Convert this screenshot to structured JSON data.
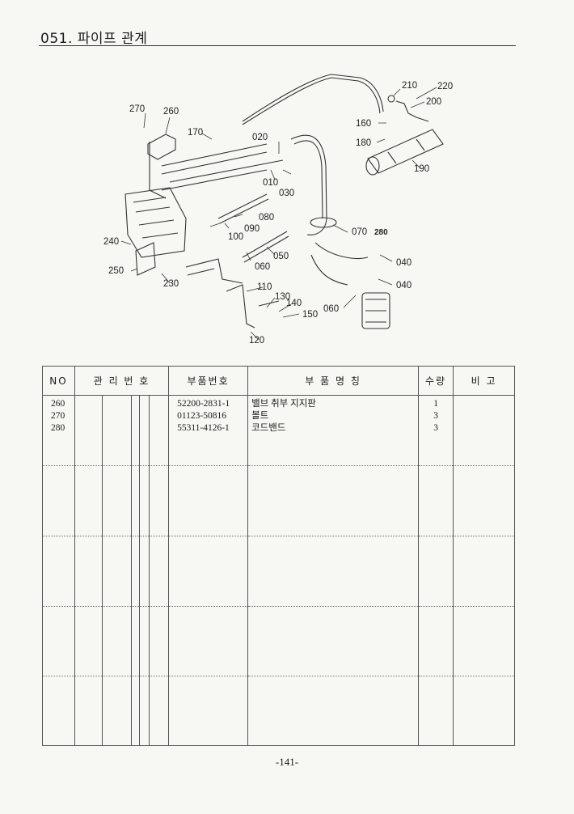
{
  "header": {
    "title": "051. 파이프 관계"
  },
  "diagram": {
    "callouts": [
      "010",
      "020",
      "030",
      "040",
      "040",
      "050",
      "060",
      "060",
      "070",
      "080",
      "090",
      "100",
      "110",
      "120",
      "130",
      "140",
      "150",
      "160",
      "170",
      "180",
      "190",
      "200",
      "210",
      "220",
      "230",
      "240",
      "250",
      "260",
      "270",
      "280"
    ]
  },
  "table": {
    "headers": {
      "no": "NO",
      "mgmt": "관 리 번 호",
      "part_no": "부품번호",
      "part_name": "부    품    명    칭",
      "qty": "수량",
      "remarks": "비  고"
    },
    "rows": [
      {
        "no": "260",
        "part_no": "52200-2831-1",
        "name": "밸브 취부 지지판",
        "qty": "1"
      },
      {
        "no": "270",
        "part_no": "01123-50816",
        "name": "볼트",
        "qty": "3"
      },
      {
        "no": "280",
        "part_no": "55311-4126-1",
        "name": "코드밴드",
        "qty": "3"
      }
    ]
  },
  "footer": {
    "page_number": "-141-"
  }
}
